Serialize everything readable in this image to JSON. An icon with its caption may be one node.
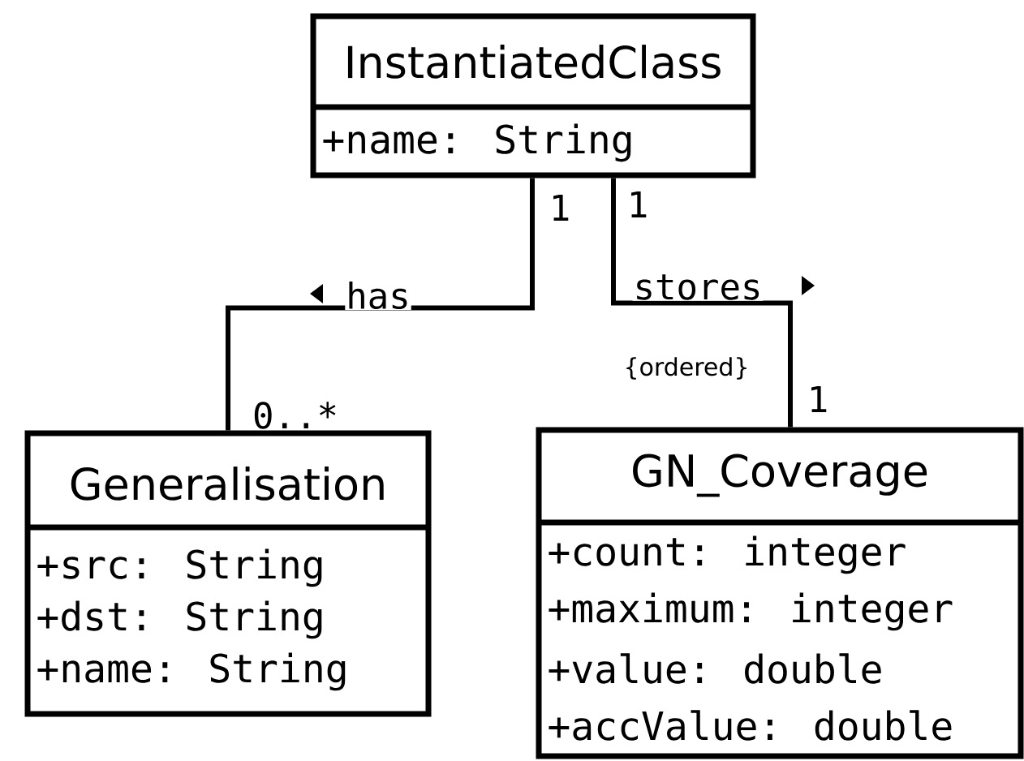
{
  "diagram": {
    "nodes": [
      {
        "text": [
          "InstantiatedClass",
          "+name: String"
        ]
      },
      {
        "text": [
          "Generalisation",
          "+src: String",
          "+dst: String",
          "+name: String"
        ]
      },
      {
        "text": [
          "GN_Coverage",
          "+count: integer",
          "+maximum: integer",
          "+value: double",
          "+accValue: double"
        ]
      }
    ],
    "edges": [
      {
        "from": 0,
        "to": 1,
        "arrow": "none",
        "label": "has"
      },
      {
        "from": 0,
        "to": 2,
        "arrow": "none",
        "label": "stores"
      }
    ],
    "labels": [
      "1",
      "1",
      "0..*",
      "{ordered}",
      "1"
    ]
  }
}
